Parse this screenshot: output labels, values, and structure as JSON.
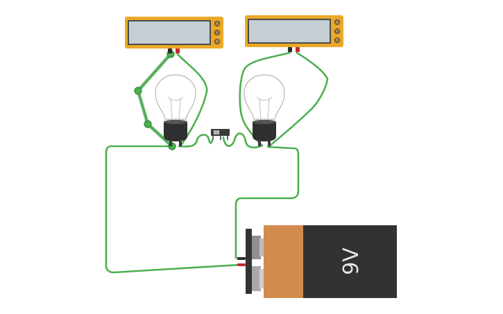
{
  "multimeters": [
    {
      "modes": [
        "A",
        "V",
        "R"
      ]
    },
    {
      "modes": [
        "A",
        "V",
        "R"
      ]
    }
  ],
  "battery": {
    "label": "9V",
    "colors": {
      "label_band": "#d38b4d",
      "body": "#323232"
    }
  },
  "colors": {
    "wire": "#4caf50",
    "meter": "#eaa929",
    "screen": "#c6ced3"
  }
}
